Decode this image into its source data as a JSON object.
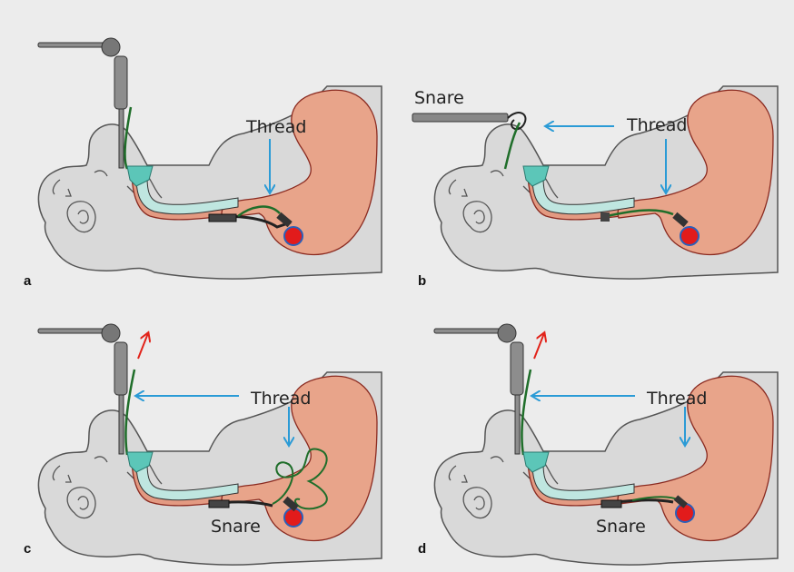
{
  "figure": {
    "panels": [
      {
        "label": "a",
        "annotations": {
          "thread": "Thread"
        }
      },
      {
        "label": "b",
        "annotations": {
          "thread": "Thread",
          "snare": "Snare"
        }
      },
      {
        "label": "c",
        "annotations": {
          "thread": "Thread",
          "snare": "Snare"
        }
      },
      {
        "label": "d",
        "annotations": {
          "thread": "Thread",
          "snare": "Snare"
        }
      }
    ]
  },
  "colors": {
    "background": "#ececec",
    "head": "#d9d9d9",
    "outline": "#555555",
    "stomach": "#e8a48a",
    "esophagus": "#e39a82",
    "tube": "#bfe6e0",
    "overtube": "#5cc6b8",
    "thread": "#1f6e2a",
    "blue_arrow": "#2b9bd6",
    "red_arrow": "#e2231a",
    "lesion": "#e21b1b"
  }
}
